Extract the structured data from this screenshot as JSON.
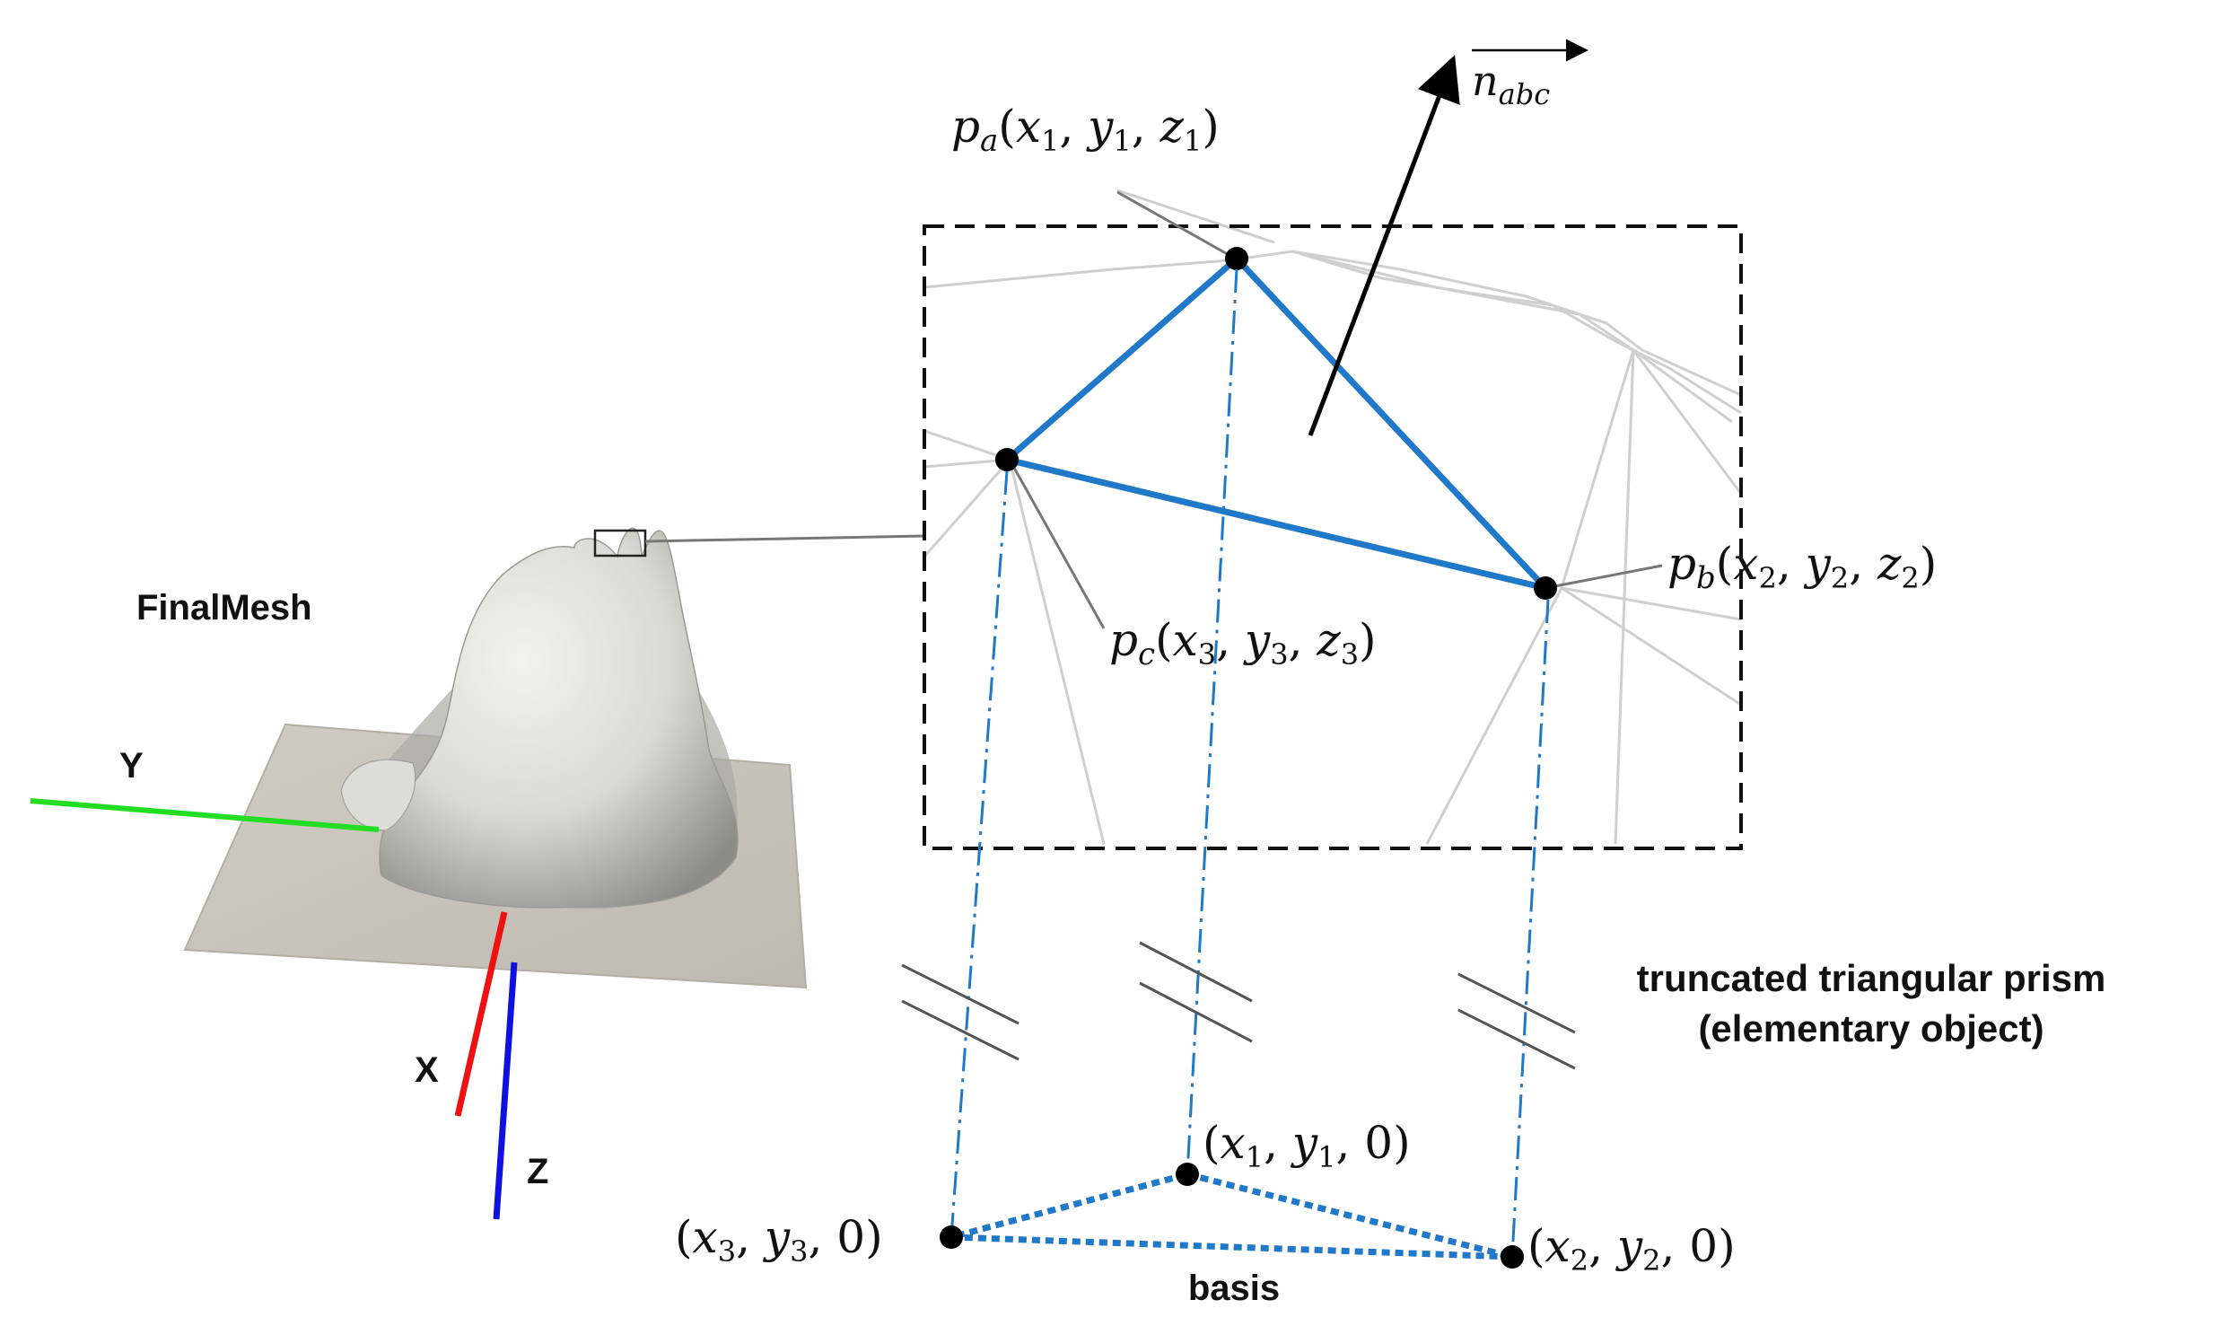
{
  "mesh": {
    "title": "FinalMesh",
    "axis_y": "Y",
    "axis_x": "X",
    "axis_z": "Z"
  },
  "normal_label": {
    "base": "n",
    "sub": "abc"
  },
  "vertices": {
    "pa": {
      "base": "p",
      "sub": "a",
      "coords": [
        [
          "x",
          "1"
        ],
        [
          "y",
          "1"
        ],
        [
          "z",
          "1"
        ]
      ]
    },
    "pb": {
      "base": "p",
      "sub": "b",
      "coords": [
        [
          "x",
          "2"
        ],
        [
          "y",
          "2"
        ],
        [
          "z",
          "2"
        ]
      ]
    },
    "pc": {
      "base": "p",
      "sub": "c",
      "coords": [
        [
          "x",
          "3"
        ],
        [
          "y",
          "3"
        ],
        [
          "z",
          "3"
        ]
      ]
    }
  },
  "basis_points": {
    "b1": {
      "coords": [
        [
          "x",
          "1"
        ],
        [
          "y",
          "1"
        ],
        [
          "0",
          ""
        ]
      ]
    },
    "b2": {
      "coords": [
        [
          "x",
          "2"
        ],
        [
          "y",
          "2"
        ],
        [
          "0",
          ""
        ]
      ]
    },
    "b3": {
      "coords": [
        [
          "x",
          "3"
        ],
        [
          "y",
          "3"
        ],
        [
          "0",
          ""
        ]
      ]
    }
  },
  "labels": {
    "prism_line1": "truncated triangular prism",
    "prism_line2": "(elementary object)",
    "basis": "basis"
  },
  "colors": {
    "triangle_blue": "#1f78c8",
    "axis_y": "#22dd22",
    "axis_x": "#ee1111",
    "axis_z": "#1111dd",
    "mesh_surface": "#d6d6d2",
    "plane": "#c9c5bd"
  }
}
